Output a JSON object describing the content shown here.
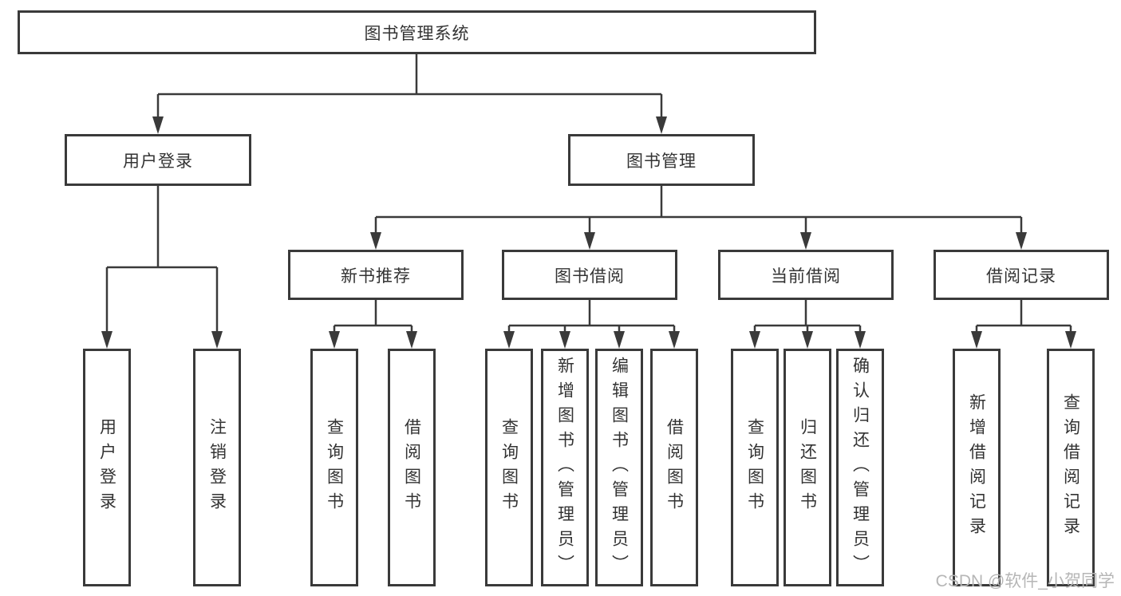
{
  "tree": {
    "root": "图书管理系统",
    "children": [
      {
        "label": "用户登录",
        "children": [
          {
            "label": "用户登录"
          },
          {
            "label": "注销登录"
          }
        ]
      },
      {
        "label": "图书管理",
        "children": [
          {
            "label": "新书推荐",
            "children": [
              {
                "label": "查询图书"
              },
              {
                "label": "借阅图书"
              }
            ]
          },
          {
            "label": "图书借阅",
            "children": [
              {
                "label": "查询图书"
              },
              {
                "label": "新增图书（管理员）"
              },
              {
                "label": "编辑图书（管理员）"
              },
              {
                "label": "借阅图书"
              }
            ]
          },
          {
            "label": "当前借阅",
            "children": [
              {
                "label": "查询图书"
              },
              {
                "label": "归还图书"
              },
              {
                "label": "确认归还（管理员）"
              }
            ]
          },
          {
            "label": "借阅记录",
            "children": [
              {
                "label": "新增借阅记录"
              },
              {
                "label": "查询借阅记录"
              }
            ]
          }
        ]
      }
    ]
  },
  "watermark": {
    "text": "CSDN @软件_小贺同学"
  },
  "colors": {
    "line": "#3a3a3a",
    "box_border": "#3a3a3a",
    "text": "#333333",
    "watermark": "#b6b6b6",
    "background": "#ffffff"
  }
}
